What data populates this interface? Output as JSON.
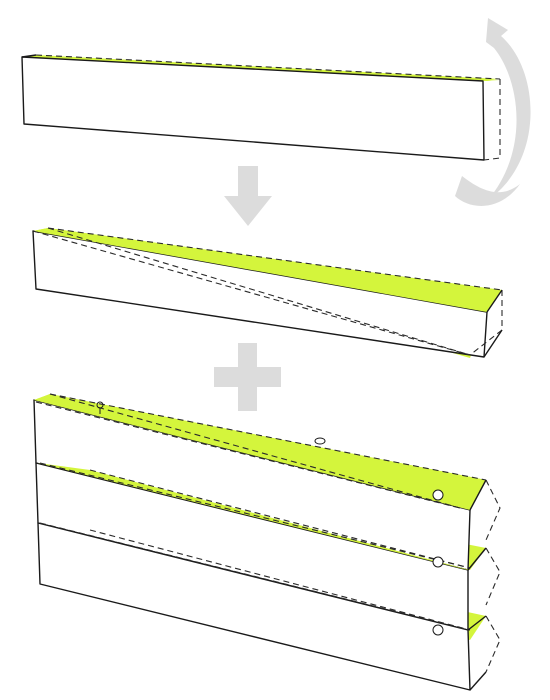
{
  "diagram": {
    "steps": [
      "rectangular-bar",
      "bar-cut-diagonally-into-wedges",
      "wedges-stacked-and-joined"
    ],
    "colors": {
      "accent": "#d4f53c",
      "line": "#1a1a1a",
      "arrow": "#dcdcdc",
      "background": "#ffffff"
    },
    "icons": [
      "rotate-arrow-icon",
      "down-arrow-icon",
      "plus-icon"
    ]
  }
}
